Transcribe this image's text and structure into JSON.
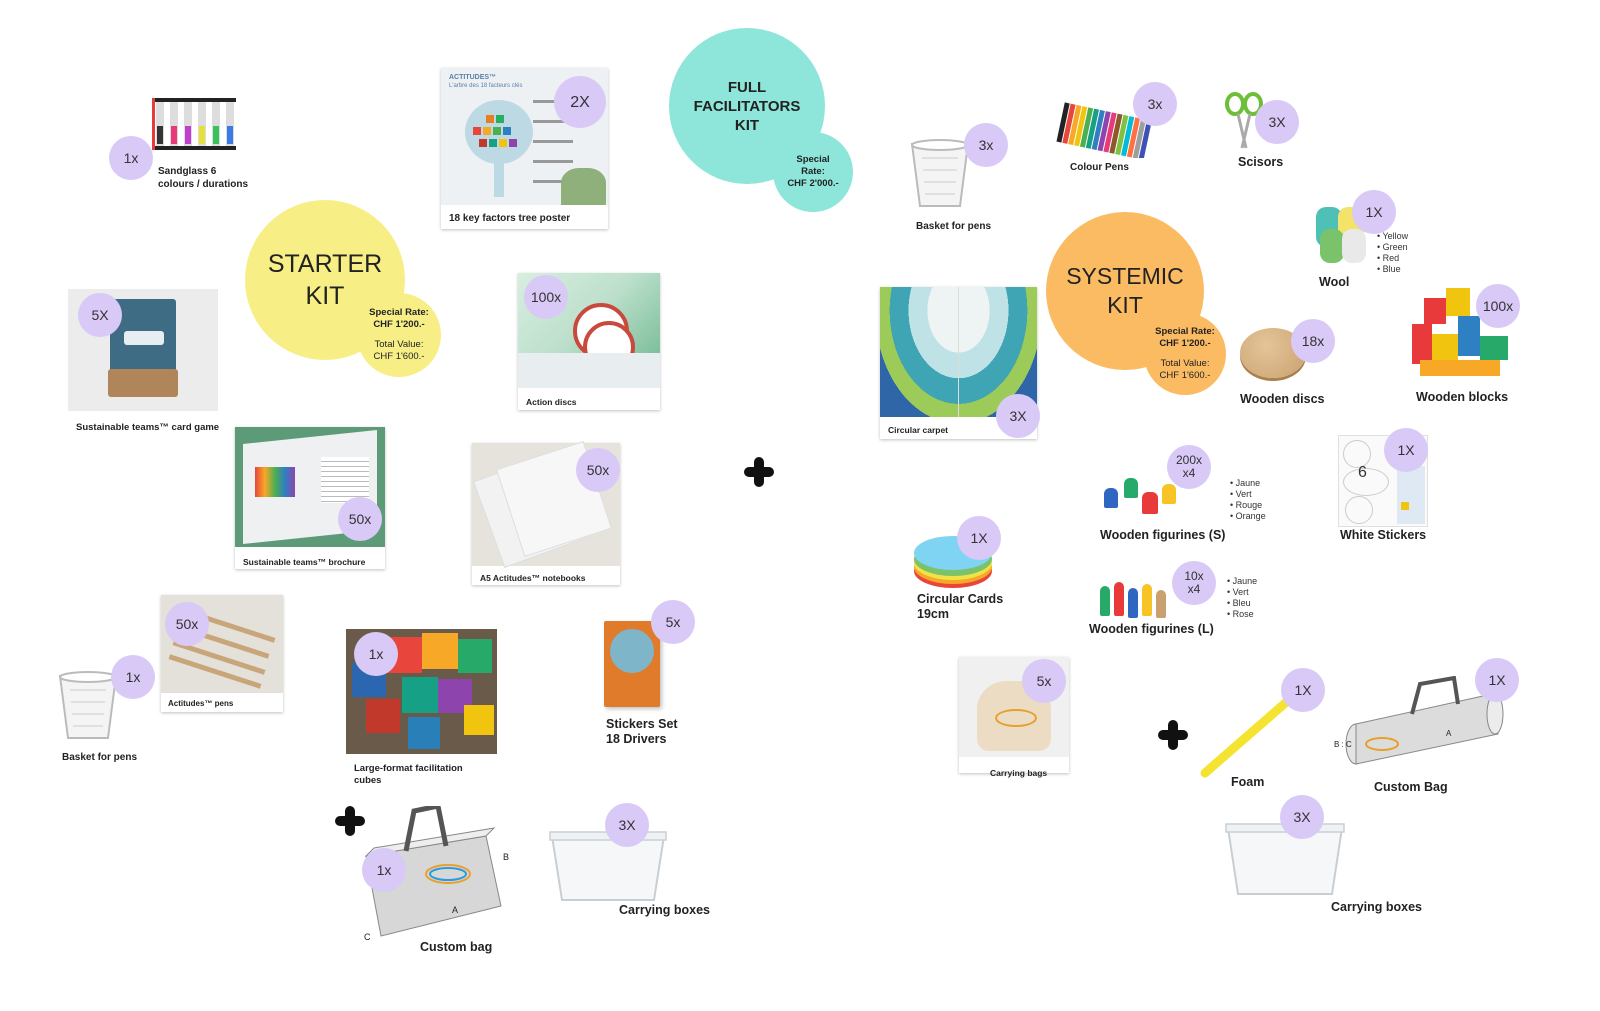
{
  "kits": {
    "starter": {
      "title_line1": "STARTER",
      "title_line2": "KIT",
      "special_rate_label": "Special Rate:",
      "special_rate_value": "CHF 1'200.-",
      "total_value_label": "Total Value:",
      "total_value_value": "CHF 1'600.-",
      "color": "#f7ef86"
    },
    "full": {
      "title_line1": "FULL",
      "title_line2": "FACILITATORS",
      "title_line3": "KIT",
      "rate_line1": "Special",
      "rate_line2": "Rate:",
      "rate_line3": "CHF 2'000.-",
      "color": "#8de6d9"
    },
    "systemic": {
      "title_line1": "SYSTEMIC",
      "title_line2": "KIT",
      "special_rate_label": "Special Rate:",
      "special_rate_value": "CHF 1'200.-",
      "total_value_label": "Total Value:",
      "total_value_value": "CHF 1'600.-",
      "color": "#fbbb63"
    }
  },
  "badge_color": "#d9c9f7",
  "starter_items": {
    "sandglass": {
      "qty": "1x",
      "label_line1": "Sandglass 6",
      "label_line2": "colours / durations"
    },
    "poster": {
      "qty": "2X",
      "caption": "18 key factors tree poster",
      "poster_title": "ACTITUDES™",
      "poster_sub": "L'arbre des 18 facteurs clés"
    },
    "card_game": {
      "qty": "5X",
      "caption": "Sustainable teams™ card game"
    },
    "action_discs": {
      "qty": "100x",
      "caption": "Action discs"
    },
    "brochure": {
      "qty": "50x",
      "caption": "Sustainable teams™ brochure"
    },
    "notebooks": {
      "qty": "50x",
      "caption": "A5 Actitudes™ notebooks"
    },
    "pens": {
      "qty": "50x",
      "caption": "Actitudes™ pens"
    },
    "basket": {
      "qty": "1x",
      "label": "Basket for pens"
    },
    "cubes": {
      "qty": "1x",
      "label_line1": "Large-format facilitation",
      "label_line2": "cubes"
    },
    "stickers": {
      "qty": "5x",
      "label_line1": "Stickers Set",
      "label_line2": "18 Drivers"
    },
    "custom_bag": {
      "qty": "1x",
      "label": "Custom bag",
      "dim_a": "A",
      "dim_b": "B",
      "dim_c": "C"
    },
    "boxes": {
      "qty": "3X",
      "label": "Carrying boxes"
    }
  },
  "systemic_items": {
    "basket": {
      "qty": "3x",
      "label": "Basket for pens"
    },
    "colour_pens": {
      "qty": "3x",
      "label": "Colour Pens"
    },
    "scissors": {
      "qty": "3X",
      "label": "Scisors"
    },
    "wool": {
      "qty": "1X",
      "label": "Wool",
      "colors": [
        "Yellow",
        "Green",
        "Red",
        "Blue"
      ]
    },
    "circular_carpet": {
      "qty": "3X",
      "caption": "Circular carpet"
    },
    "wooden_discs": {
      "qty": "18x",
      "label": "Wooden discs"
    },
    "wooden_blocks": {
      "qty": "100x",
      "label": "Wooden blocks"
    },
    "figurines_s": {
      "qty_line1": "200x",
      "qty_line2": "x4",
      "label": "Wooden figurines (S)",
      "colors": [
        "Jaune",
        "Vert",
        "Rouge",
        "Orange"
      ]
    },
    "white_stickers": {
      "qty": "1X",
      "label": "White Stickers",
      "sticker_number": "6"
    },
    "circular_cards": {
      "qty": "1X",
      "label_line1": "Circular Cards",
      "label_line2": "19cm"
    },
    "figurines_l": {
      "qty_line1": "10x",
      "qty_line2": "x4",
      "label": "Wooden figurines (L)",
      "colors": [
        "Jaune",
        "Vert",
        "Bleu",
        "Rose"
      ]
    },
    "carrying_bags": {
      "qty": "5x",
      "caption": "Carrying bags"
    },
    "foam": {
      "qty": "1X",
      "label": "Foam"
    },
    "custom_bag": {
      "qty": "1X",
      "label": "Custom Bag",
      "dim_a": "A",
      "dim_bc": "B : C"
    },
    "boxes": {
      "qty": "3X",
      "label": "Carrying boxes"
    }
  }
}
